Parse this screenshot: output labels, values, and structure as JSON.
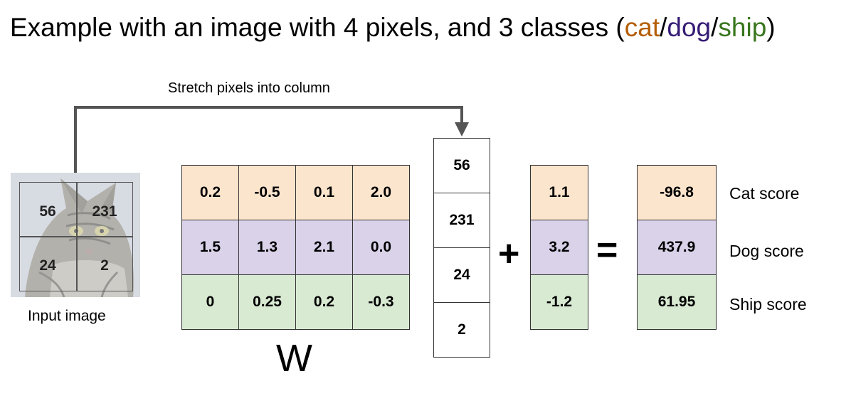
{
  "title": {
    "prefix": "Example with an image with 4 pixels, and 3 classes (",
    "cat": "cat",
    "sep1": "/",
    "dog": "dog",
    "sep2": "/",
    "ship": "ship",
    "suffix": ")"
  },
  "colors": {
    "cat": "#b45f06",
    "dog": "#351c75",
    "ship": "#38761d",
    "row_cat": "#fce5cd",
    "row_dog": "#d9d2e9",
    "row_ship": "#d9ead3"
  },
  "stretch_label": "Stretch pixels into column",
  "input_image": {
    "label": "Input image",
    "pixels": [
      "56",
      "231",
      "24",
      "2"
    ]
  },
  "weights": {
    "label": "W",
    "rows": [
      [
        "0.2",
        "-0.5",
        "0.1",
        "2.0"
      ],
      [
        "1.5",
        "1.3",
        "2.1",
        "0.0"
      ],
      [
        "0",
        "0.25",
        "0.2",
        "-0.3"
      ]
    ]
  },
  "x_vector": [
    "56",
    "231",
    "24",
    "2"
  ],
  "plus": "+",
  "bias": [
    "1.1",
    "3.2",
    "-1.2"
  ],
  "equals": "=",
  "scores": [
    "-96.8",
    "437.9",
    "61.95"
  ],
  "score_labels": [
    "Cat score",
    "Dog score",
    "Ship score"
  ]
}
